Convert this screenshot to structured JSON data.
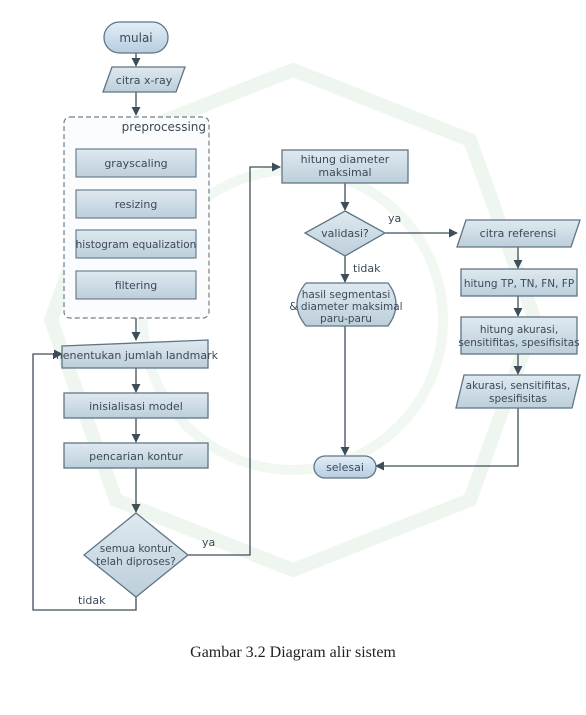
{
  "nodes": {
    "mulai": "mulai",
    "citra_xray": "citra x-ray",
    "preprocessing": "preprocessing",
    "grayscaling": "grayscaling",
    "resizing": "resizing",
    "histeq": "histogram equalization",
    "filtering": "filtering",
    "landmark": "menentukan jumlah landmark",
    "init_model": "inisialisasi model",
    "pencarian": "pencarian kontur",
    "semua_1": "semua kontur",
    "semua_2": "telah diproses?",
    "hitung_diam_1": "hitung diameter",
    "hitung_diam_2": "maksimal",
    "validasi": "validasi?",
    "hasil_1": "hasil segmentasi",
    "hasil_2": "& diameter maksimal",
    "hasil_3": "paru-paru",
    "selesai": "selesai",
    "citra_ref": "citra referensi",
    "hitung_tp": "hitung TP, TN, FN, FP",
    "hitung_ak_1": "hitung akurasi,",
    "hitung_ak_2": "sensitifitas, spesifisitas",
    "akurasi_1": "akurasi, sensitifitas,",
    "akurasi_2": "spesifisitas"
  },
  "edge_labels": {
    "ya_validasi": "ya",
    "tidak_validasi": "tidak",
    "ya_semua": "ya",
    "tidak_semua": "tidak"
  },
  "caption": "Gambar 3.2 Diagram alir sistem",
  "colors": {
    "process_fill": "#cfdde6",
    "process_stroke": "#5f7585",
    "terminator_fill": "#c9dceb",
    "text": "#3c4a57",
    "watermark": "#e2eee2"
  }
}
